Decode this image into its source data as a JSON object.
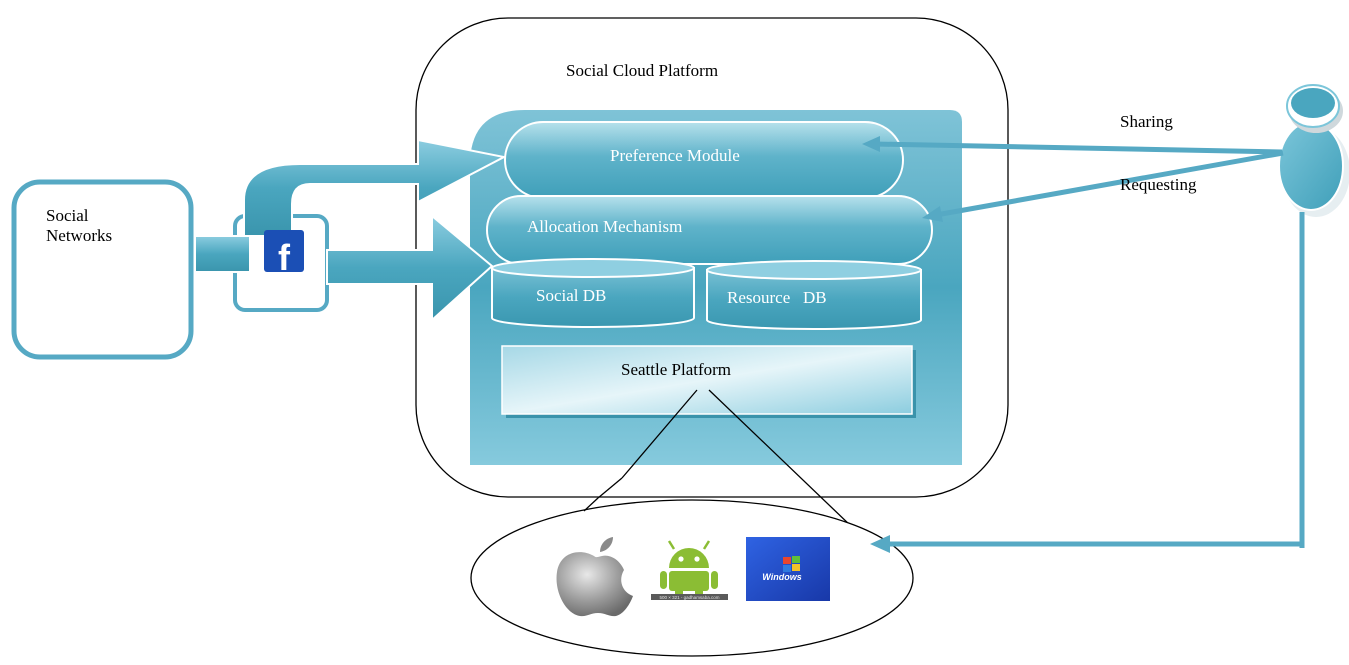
{
  "labels": {
    "platform_title": "Social Cloud Platform",
    "social_networks": "Social Networks",
    "preference_module": "Preference Module",
    "allocation_mechanism": "Allocation Mechanism",
    "social_db": "Social DB",
    "resource_db": "Resource   DB",
    "seattle_platform": "Seattle Platform",
    "sharing": "Sharing",
    "requesting": "Requesting",
    "facebook_glyph": "f",
    "windows_logo_text": "Windows",
    "android_caption": "500 × 321 - gadhamsaba.com"
  },
  "colors": {
    "teal_dark": "#4aa6bf",
    "teal_mid": "#6cbdd3",
    "teal_light": "#a9dbe8",
    "arrow_blue": "#56a9c4",
    "facebook_blue": "#1b4fb5",
    "android_green": "#8bbd34",
    "windows_blue": "#1d4bd0"
  }
}
